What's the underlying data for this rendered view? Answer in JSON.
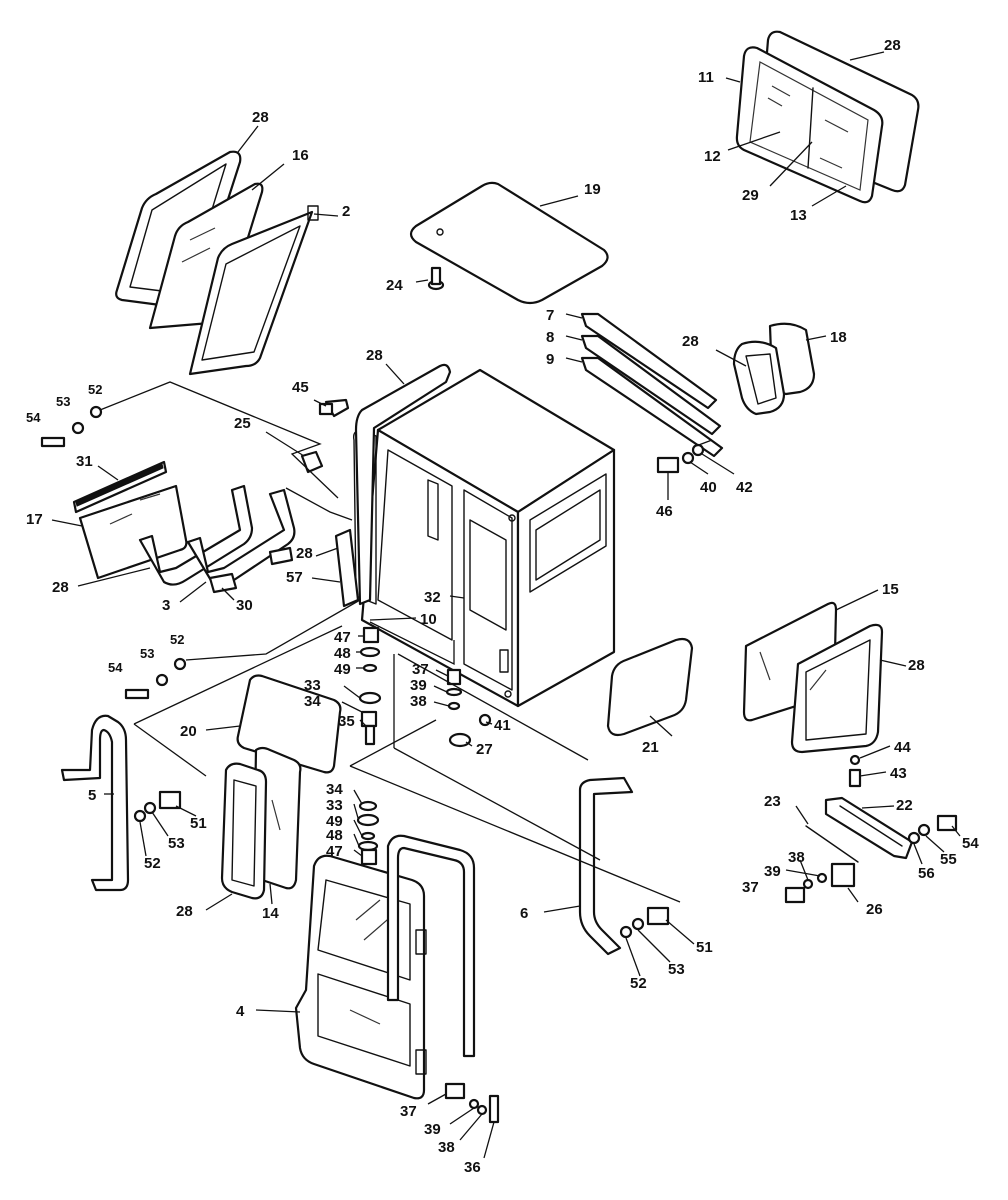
{
  "callouts": [
    {
      "id": "c28a",
      "label": "28"
    },
    {
      "id": "c11",
      "label": "11"
    },
    {
      "id": "c12",
      "label": "12"
    },
    {
      "id": "c29",
      "label": "29"
    },
    {
      "id": "c13",
      "label": "13"
    },
    {
      "id": "c28b",
      "label": "28"
    },
    {
      "id": "c16",
      "label": "16"
    },
    {
      "id": "c2",
      "label": "2"
    },
    {
      "id": "c19",
      "label": "19"
    },
    {
      "id": "c24",
      "label": "24"
    },
    {
      "id": "c7",
      "label": "7"
    },
    {
      "id": "c8",
      "label": "8"
    },
    {
      "id": "c9",
      "label": "9"
    },
    {
      "id": "c28c",
      "label": "28"
    },
    {
      "id": "c18",
      "label": "18"
    },
    {
      "id": "c28d",
      "label": "28"
    },
    {
      "id": "c45",
      "label": "45"
    },
    {
      "id": "c52a",
      "label": "52"
    },
    {
      "id": "c53a",
      "label": "53"
    },
    {
      "id": "c54a",
      "label": "54"
    },
    {
      "id": "c25",
      "label": "25"
    },
    {
      "id": "c46",
      "label": "46"
    },
    {
      "id": "c40",
      "label": "40"
    },
    {
      "id": "c42",
      "label": "42"
    },
    {
      "id": "c31",
      "label": "31"
    },
    {
      "id": "c17",
      "label": "17"
    },
    {
      "id": "c28e",
      "label": "28"
    },
    {
      "id": "c28f",
      "label": "28"
    },
    {
      "id": "c57",
      "label": "57"
    },
    {
      "id": "c3",
      "label": "3"
    },
    {
      "id": "c30",
      "label": "30"
    },
    {
      "id": "c32",
      "label": "32"
    },
    {
      "id": "c10",
      "label": "10"
    },
    {
      "id": "c15",
      "label": "15"
    },
    {
      "id": "c28g",
      "label": "28"
    },
    {
      "id": "c47a",
      "label": "47"
    },
    {
      "id": "c48a",
      "label": "48"
    },
    {
      "id": "c49a",
      "label": "49"
    },
    {
      "id": "c37a",
      "label": "37"
    },
    {
      "id": "c39a",
      "label": "39"
    },
    {
      "id": "c38a",
      "label": "38"
    },
    {
      "id": "c52b",
      "label": "52"
    },
    {
      "id": "c53b",
      "label": "53"
    },
    {
      "id": "c54b",
      "label": "54"
    },
    {
      "id": "c33a",
      "label": "33"
    },
    {
      "id": "c34a",
      "label": "34"
    },
    {
      "id": "c35",
      "label": "35"
    },
    {
      "id": "c41",
      "label": "41"
    },
    {
      "id": "c27",
      "label": "27"
    },
    {
      "id": "c20",
      "label": "20"
    },
    {
      "id": "c21",
      "label": "21"
    },
    {
      "id": "c44",
      "label": "44"
    },
    {
      "id": "c43",
      "label": "43"
    },
    {
      "id": "c5",
      "label": "5"
    },
    {
      "id": "c51a",
      "label": "51"
    },
    {
      "id": "c53c",
      "label": "53"
    },
    {
      "id": "c52c",
      "label": "52"
    },
    {
      "id": "c34b",
      "label": "34"
    },
    {
      "id": "c33b",
      "label": "33"
    },
    {
      "id": "c49b",
      "label": "49"
    },
    {
      "id": "c48b",
      "label": "48"
    },
    {
      "id": "c47b",
      "label": "47"
    },
    {
      "id": "c23",
      "label": "23"
    },
    {
      "id": "c22",
      "label": "22"
    },
    {
      "id": "c54c",
      "label": "54"
    },
    {
      "id": "c55",
      "label": "55"
    },
    {
      "id": "c56",
      "label": "56"
    },
    {
      "id": "c38b",
      "label": "38"
    },
    {
      "id": "c39b",
      "label": "39"
    },
    {
      "id": "c37b",
      "label": "37"
    },
    {
      "id": "c26",
      "label": "26"
    },
    {
      "id": "c28h",
      "label": "28"
    },
    {
      "id": "c14",
      "label": "14"
    },
    {
      "id": "c6",
      "label": "6"
    },
    {
      "id": "c51b",
      "label": "51"
    },
    {
      "id": "c52d",
      "label": "52"
    },
    {
      "id": "c53d",
      "label": "53"
    },
    {
      "id": "c4",
      "label": "4"
    },
    {
      "id": "c37c",
      "label": "37"
    },
    {
      "id": "c39c",
      "label": "39"
    },
    {
      "id": "c38c",
      "label": "38"
    },
    {
      "id": "c36",
      "label": "36"
    }
  ]
}
